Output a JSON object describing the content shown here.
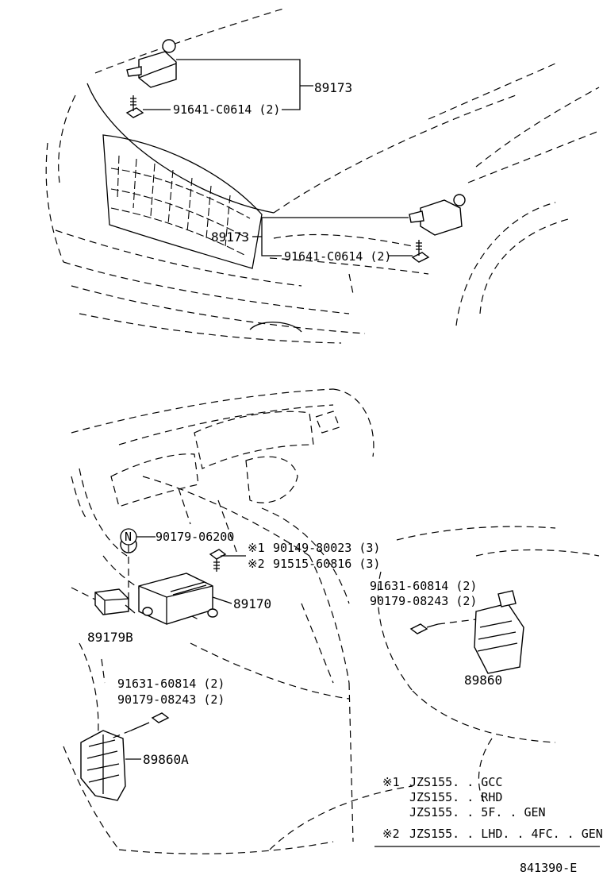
{
  "diagram": {
    "top_section": {
      "callouts": [
        {
          "id": "front-sensor-upper",
          "part_number": "89173"
        },
        {
          "id": "bolt-upper",
          "part_number": "91641-C0614 (2)"
        },
        {
          "id": "front-sensor-lower",
          "part_number": "89173"
        },
        {
          "id": "bolt-lower",
          "part_number": "91641-C0614 (2)"
        }
      ]
    },
    "bottom_section": {
      "callouts": [
        {
          "id": "nut",
          "marker": "N",
          "part_number": "90179-06200"
        },
        {
          "id": "bolt-note1",
          "marker": "※1",
          "part_number": "90149-80023 (3)"
        },
        {
          "id": "bolt-note2",
          "marker": "※2",
          "part_number": "91515-60816 (3)"
        },
        {
          "id": "airbag-ecu",
          "part_number": "89170"
        },
        {
          "id": "connector",
          "part_number": "89179B"
        },
        {
          "id": "side-bolt-a",
          "part_number": "91631-60814 (2)"
        },
        {
          "id": "side-nut-a",
          "part_number": "90179-08243 (2)"
        },
        {
          "id": "side-sensor",
          "part_number": "89860"
        },
        {
          "id": "side-bolt-b",
          "part_number": "91631-60814 (2)"
        },
        {
          "id": "side-nut-b",
          "part_number": "90179-08243 (2)"
        },
        {
          "id": "side-sensor-a",
          "part_number": "89860A"
        }
      ]
    },
    "legend": {
      "note1_marker": "※1",
      "note1_lines": [
        "JZS155. . GCC",
        "JZS155. . RHD",
        "JZS155. . 5F. . GEN"
      ],
      "note2_marker": "※2",
      "note2_line": "JZS155. . LHD. . 4FC. . GEN"
    },
    "figure_code": "841390-E"
  }
}
